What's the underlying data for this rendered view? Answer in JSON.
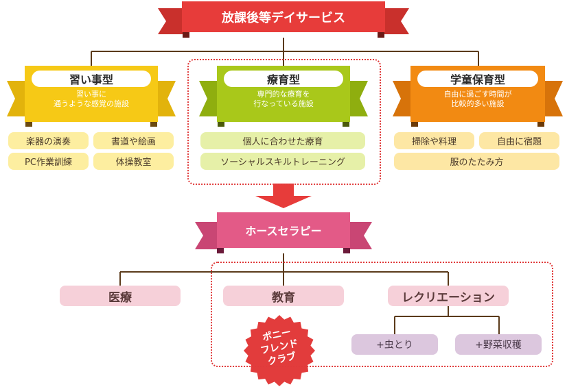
{
  "top_banner": {
    "label": "放課後等デイサービス",
    "color": "#e73c3a"
  },
  "categories": [
    {
      "title": "習い事型",
      "desc_line1": "習い事に",
      "desc_line2": "通うような感覚の施設",
      "color": "#f6c916",
      "items": [
        "楽器の演奏",
        "書道や絵画",
        "PC作業訓練",
        "体操教室"
      ]
    },
    {
      "title": "療育型",
      "desc_line1": "専門的な療育を",
      "desc_line2": "行なっている施設",
      "color": "#a9c81a",
      "items": [
        "個人に合わせた療育",
        "ソーシャルスキルトレーニング"
      ]
    },
    {
      "title": "学童保育型",
      "desc_line1": "自由に過ごす時間が",
      "desc_line2": "比較的多い施設",
      "color": "#f28a12",
      "items": [
        "掃除や料理",
        "自由に宿題",
        "服のたたみ方"
      ]
    }
  ],
  "therapy_banner": {
    "label": "ホースセラピー",
    "color": "#e35a87"
  },
  "therapy_items": [
    "医療",
    "教育",
    "レクリエーション"
  ],
  "recreation_items": [
    "+虫とり",
    "+野菜収穫"
  ],
  "badge": {
    "line1": "ポニー",
    "line2": "フレンド",
    "line3": "クラブ",
    "color": "#e23c3c"
  },
  "colors": {
    "line": "#5a3a1a",
    "dotted": "#e03a3a",
    "arrow": "#e73c3a"
  }
}
